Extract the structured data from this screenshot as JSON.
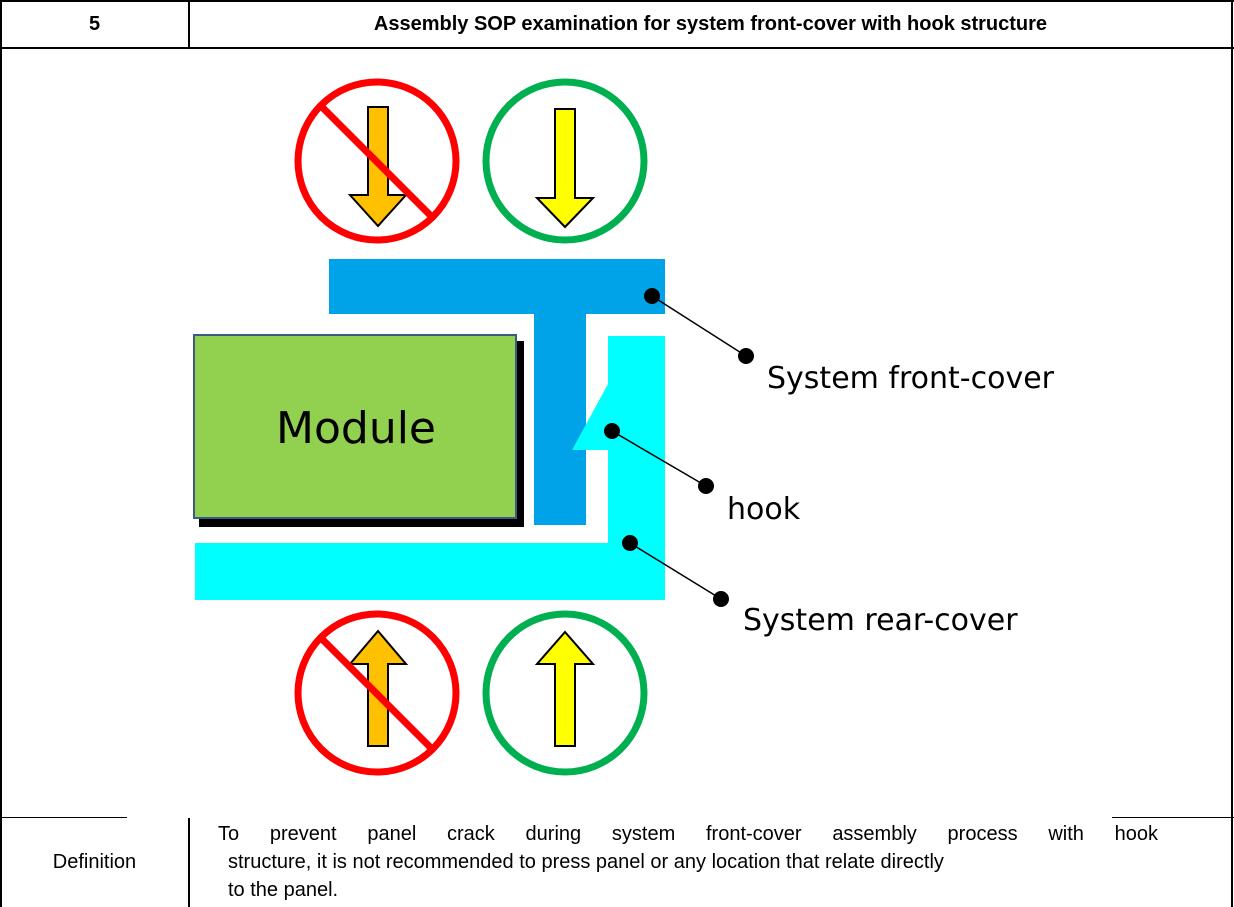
{
  "header": {
    "number": "5",
    "title": "Assembly SOP examination for system front-cover with hook structure"
  },
  "diagram": {
    "module_label": "Module",
    "callouts": {
      "front_cover": "System front-cover",
      "hook": "hook",
      "rear_cover": "System rear-cover"
    },
    "colors": {
      "front_cover": "#00a3e8",
      "rear_cover": "#00ffff",
      "module": "#92d050",
      "prohibited_ring": "#ff0000",
      "allowed_ring": "#00b050",
      "prohibited_arrow": "#ffc000",
      "allowed_arrow": "#ffff00"
    },
    "icons": [
      "prohibited-press-down-icon",
      "allowed-press-down-icon",
      "prohibited-press-up-icon",
      "allowed-press-up-icon"
    ]
  },
  "definition": {
    "label": "Definition",
    "lines": [
      "To prevent panel crack during system front-cover assembly process with hook",
      "structure, it is not recommended to press panel or any location that relate directly",
      "to the panel."
    ]
  }
}
